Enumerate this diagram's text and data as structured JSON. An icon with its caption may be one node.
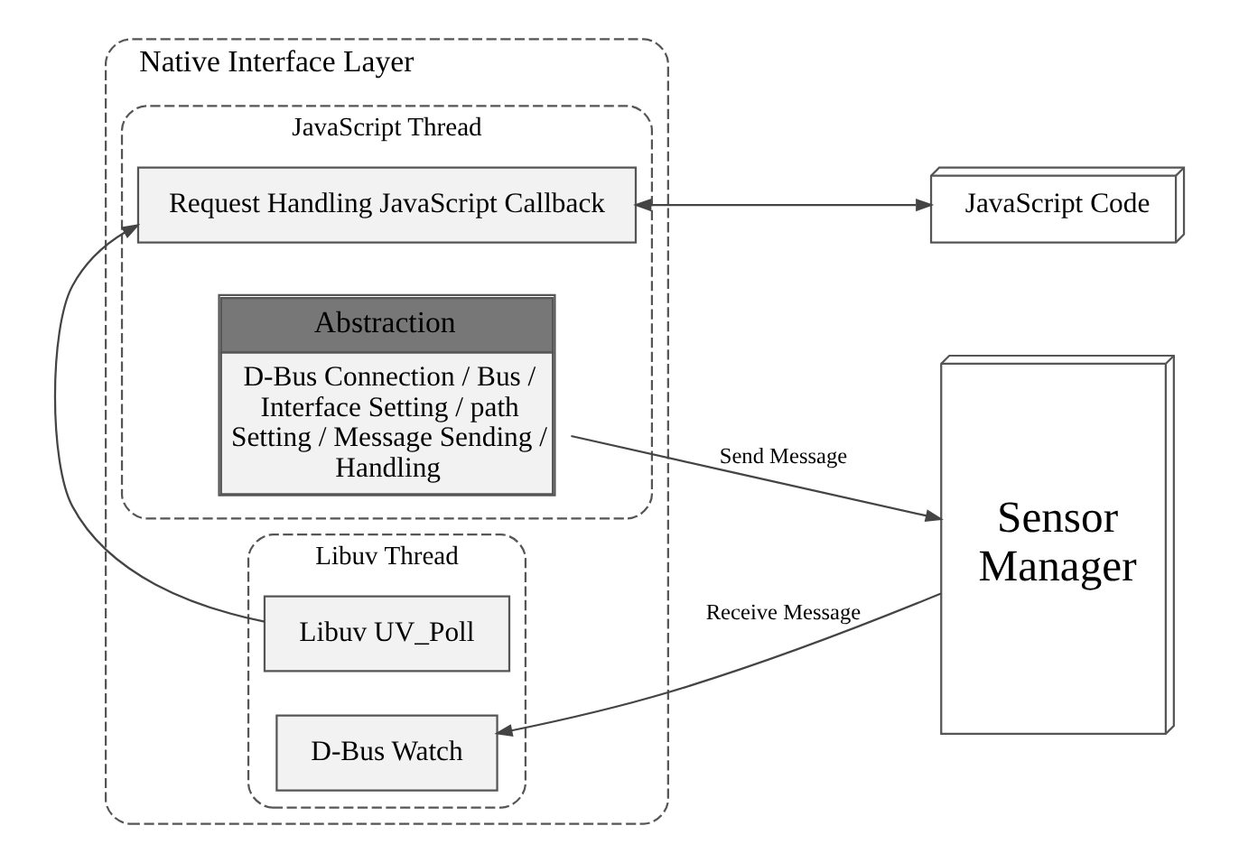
{
  "diagram": {
    "nodes": [
      {
        "text": [
          "Native Interface Layer"
        ]
      },
      {
        "text": [
          "JavaScript Thread"
        ],
        "in": 0
      },
      {
        "text": [
          "Request Handling JavaScript Callback"
        ],
        "in": 1
      },
      {
        "text": [
          "Abstraction",
          "D-Bus Connection / Bus / Interface Setting / path Setting / Message Sending / Handling"
        ],
        "in": 1
      },
      {
        "text": [
          "Libuv Thread"
        ],
        "in": 0
      },
      {
        "text": [
          "Libuv UV_Poll"
        ],
        "in": 4
      },
      {
        "text": [
          "D-Bus Watch"
        ],
        "in": 4
      },
      {
        "text": [
          "JavaScript Code"
        ]
      },
      {
        "text": [
          "Sensor Manager"
        ]
      }
    ],
    "edges": [
      {
        "from": 2,
        "to": 7,
        "arrow": "both"
      },
      {
        "from": 3,
        "to": 8,
        "arrow": "to",
        "label": "Send Message"
      },
      {
        "from": 8,
        "to": 6,
        "arrow": "to",
        "label": "Receive Message"
      },
      {
        "from": 5,
        "to": 2,
        "arrow": "to"
      }
    ]
  }
}
